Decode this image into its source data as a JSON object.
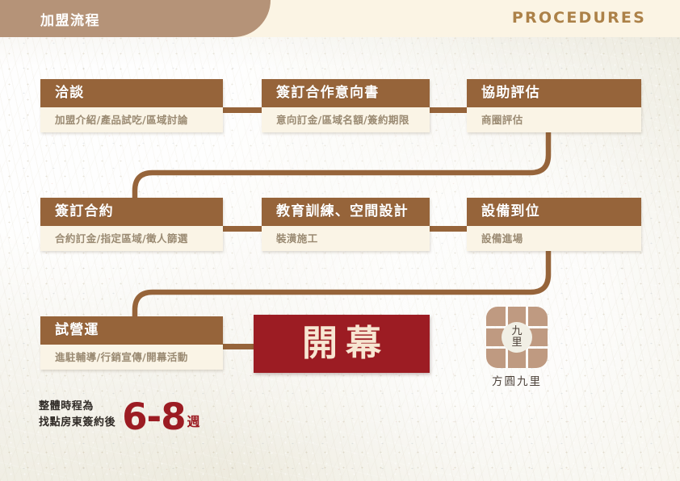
{
  "header": {
    "tab_label": "加盟流程",
    "english_title": "PROCEDURES",
    "tab_color": "#b59378",
    "strip_color": "#fbf4e4",
    "english_color": "#ac8148"
  },
  "theme": {
    "card_head_color": "#96643a",
    "card_body_color": "#faf4e6",
    "card_body_text_color": "#9a8a72",
    "connector_color": "#96643a",
    "accent_red": "#9c1c23",
    "logo_color": "#bf9a81",
    "paper_color": "#f3f1e7"
  },
  "flow": {
    "rows": [
      {
        "steps": [
          {
            "title": "洽談",
            "detail": "加盟介紹/產品試吃/區域討論"
          },
          {
            "title": "簽訂合作意向書",
            "detail": "意向訂金/區域名額/簽約期限"
          },
          {
            "title": "協助評估",
            "detail": "商圈評估"
          }
        ]
      },
      {
        "steps": [
          {
            "title": "簽訂合約",
            "detail": "合約訂金/指定區域/徵人篩選"
          },
          {
            "title": "教育訓練、空間設計",
            "detail": "裝潢施工"
          },
          {
            "title": "設備到位",
            "detail": "設備進場"
          }
        ]
      },
      {
        "steps": [
          {
            "title": "試營運",
            "detail": "進駐輔導/行銷宣傳/開幕活動"
          }
        ]
      }
    ]
  },
  "opening": {
    "label": "開幕"
  },
  "logo": {
    "inner_top": "九",
    "inner_bottom": "里",
    "name": "方圓九里"
  },
  "footer": {
    "line1": "整體時程為",
    "line2": "找點房東簽約後",
    "duration": "6-8",
    "unit": "週"
  }
}
